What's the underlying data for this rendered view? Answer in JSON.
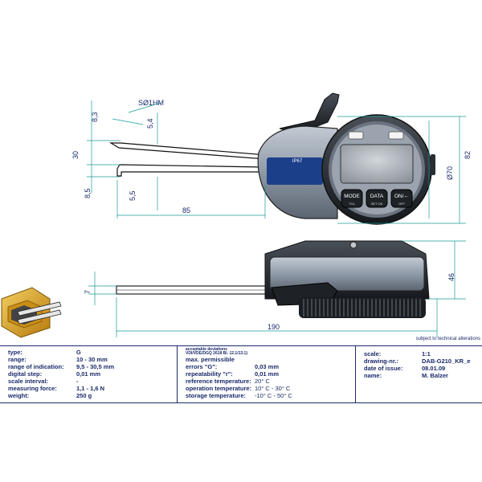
{
  "dimensions": {
    "d8_3": "8,3",
    "d5_4": "5,4",
    "sphere": "SØ1HM",
    "d30": "30",
    "d8_5": "8,5",
    "d5_5": "5,5",
    "d85": "85",
    "d82": "82",
    "d70": "Ø70",
    "d7": "7",
    "d46": "46",
    "d190": "190"
  },
  "gauge": {
    "badge": "IP67",
    "buttons": [
      {
        "label": "MODE",
        "sub": "TOL"
      },
      {
        "label": "DATA",
        "sub": "SET OK"
      },
      {
        "label": "ON/←",
        "sub": "OFF"
      }
    ]
  },
  "note": "subject to technical alterations",
  "specs_left": [
    {
      "label": "type:",
      "value": "G"
    },
    {
      "label": "range:",
      "value": "10 - 30 mm"
    },
    {
      "label": "range of indication:",
      "value": "9,5 - 30,5 mm"
    },
    {
      "label": "digital step:",
      "value": "0,01 mm"
    },
    {
      "label": "scale interval:",
      "value": "-"
    },
    {
      "label": "measuring force:",
      "value": "1,1 - 1,6 N"
    },
    {
      "label": "weight:",
      "value": "250 g"
    }
  ],
  "deviations": {
    "heading1": "acceptable deviations",
    "heading2": "VDI/VDE/DGQ 2618 Bl. 12.1/13.1)",
    "rows": [
      {
        "label": "max. permissible",
        "value": ""
      },
      {
        "label": "errors \"G\":",
        "value": "0,03 mm"
      },
      {
        "label": "repeatability \"r\":",
        "value": "0,01 mm"
      },
      {
        "label": "reference temperature:",
        "value": "20° C"
      },
      {
        "label": "operation temperature:",
        "value": "10° C - 30° C"
      },
      {
        "label": "storage temperature:",
        "value": "-10° C - 50° C"
      }
    ]
  },
  "specs_right": [
    {
      "label": "scale:",
      "value": "1:1"
    },
    {
      "label": "drawing-nr.:",
      "value": "DAB-G210_KR_e"
    },
    {
      "label": "date of issue:",
      "value": "08.01.09"
    },
    {
      "label": "name:",
      "value": "M. Balzer"
    }
  ],
  "colors": {
    "body_dark": "#2b2f36",
    "body_grey": "#8f9aa8",
    "accent_blue": "#1c3f8a",
    "lcd": "#a7adb4",
    "dim_line": "#1a9a9a",
    "text": "#1a2a6a",
    "clamp_gold": "#e0a41c"
  }
}
